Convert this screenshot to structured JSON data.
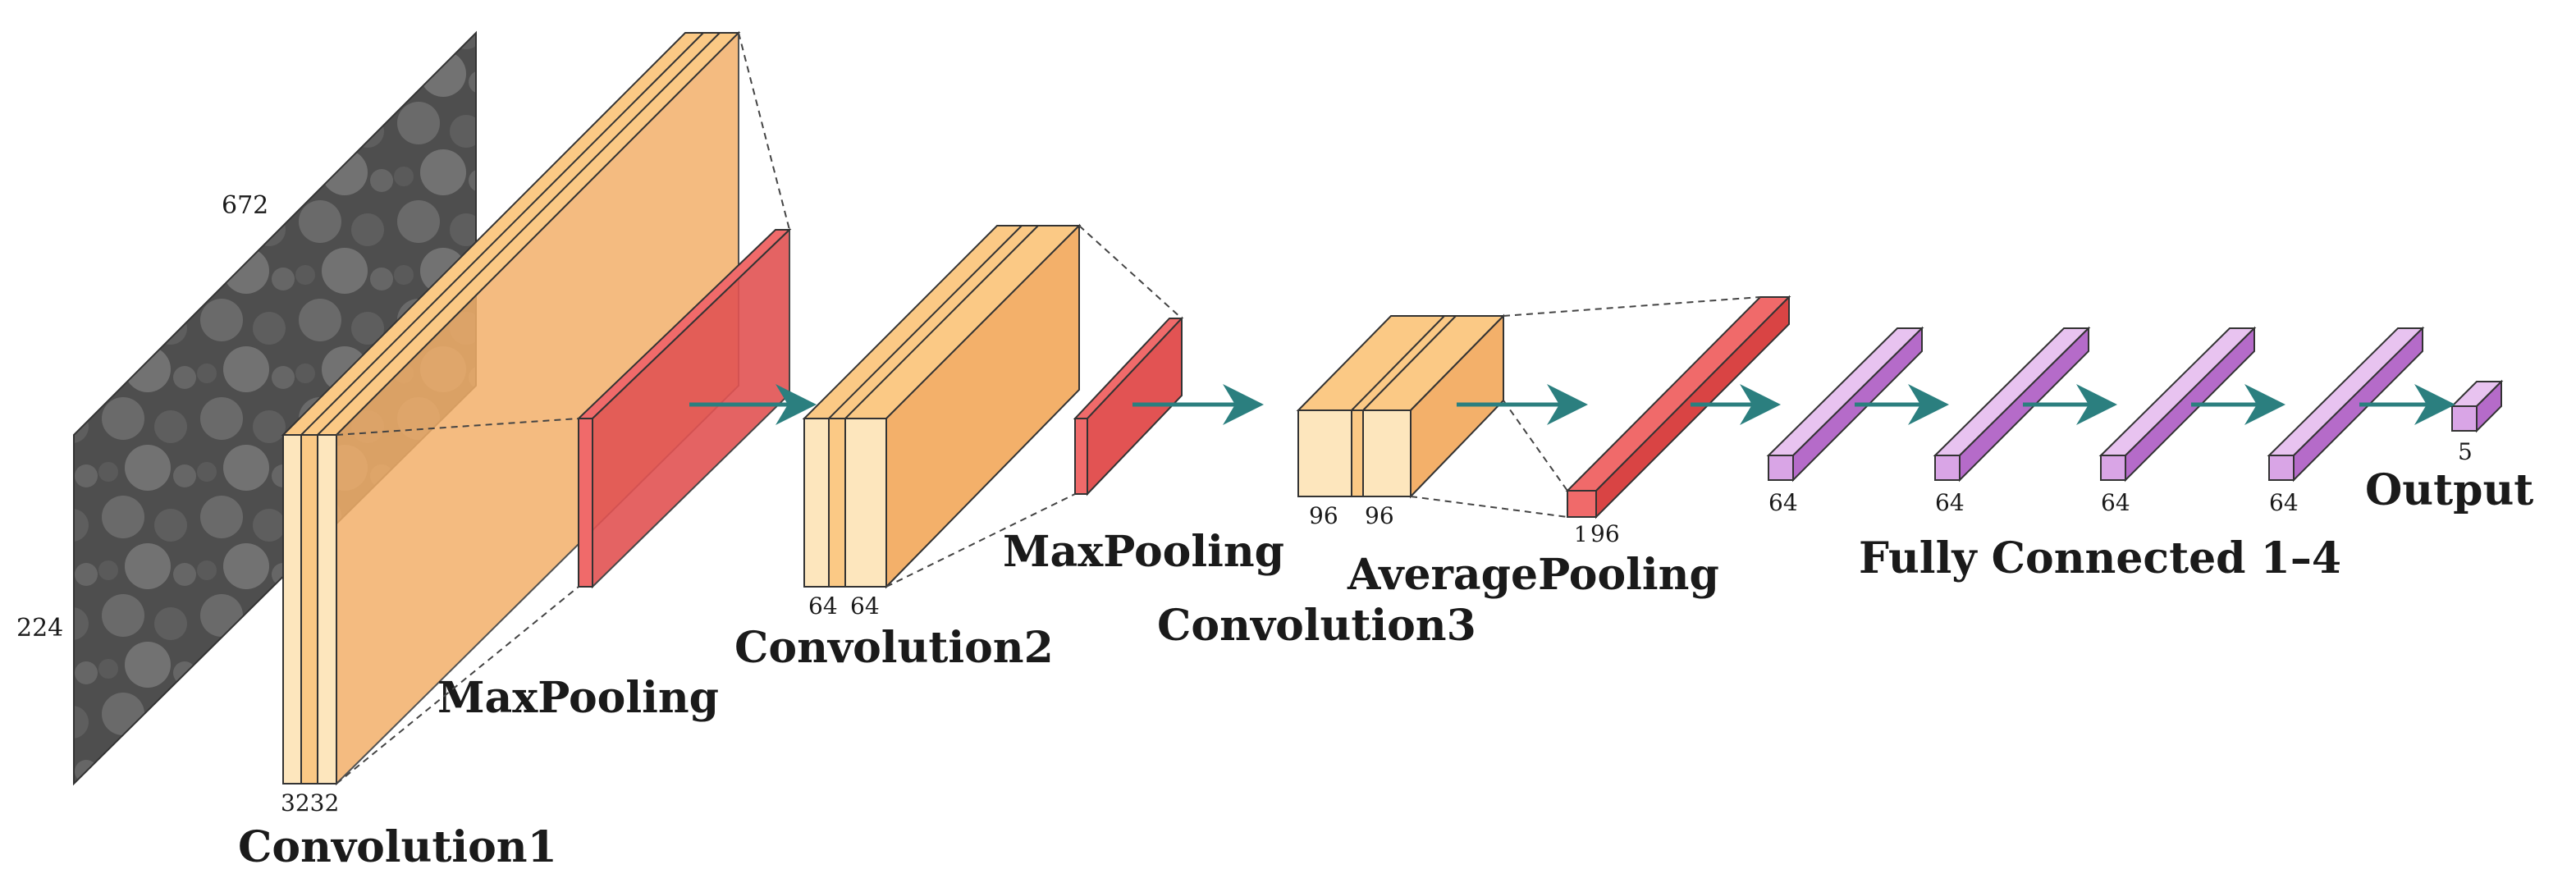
{
  "input": {
    "width_label": "672",
    "height_label": "224"
  },
  "conv1": {
    "title": "Convolution1",
    "channels_label": "3232"
  },
  "pool1": {
    "title": "MaxPooling"
  },
  "conv2": {
    "title": "Convolution2",
    "channels": [
      "64",
      "64"
    ]
  },
  "pool2": {
    "title": "MaxPooling"
  },
  "conv3": {
    "title": "Convolution3",
    "channels": [
      "96",
      "96"
    ]
  },
  "avgpool": {
    "title": "AveragePooling",
    "size_label": "1",
    "channels_label": "96"
  },
  "fc": {
    "title": "Fully Connected 1–4",
    "units": [
      "64",
      "64",
      "64",
      "64"
    ]
  },
  "output": {
    "title": "Output",
    "units_label": "5"
  },
  "colors": {
    "conv_light": "#fde6bd",
    "conv_mid": "#fbc985",
    "conv_dark": "#f3a95a",
    "pool": "#f06a6a",
    "pool_dark": "#d94444",
    "fc": "#d9a5e6",
    "fc_dark": "#b56bc9",
    "arrow": "#2b7f7f",
    "input": "#4a4a4a"
  }
}
